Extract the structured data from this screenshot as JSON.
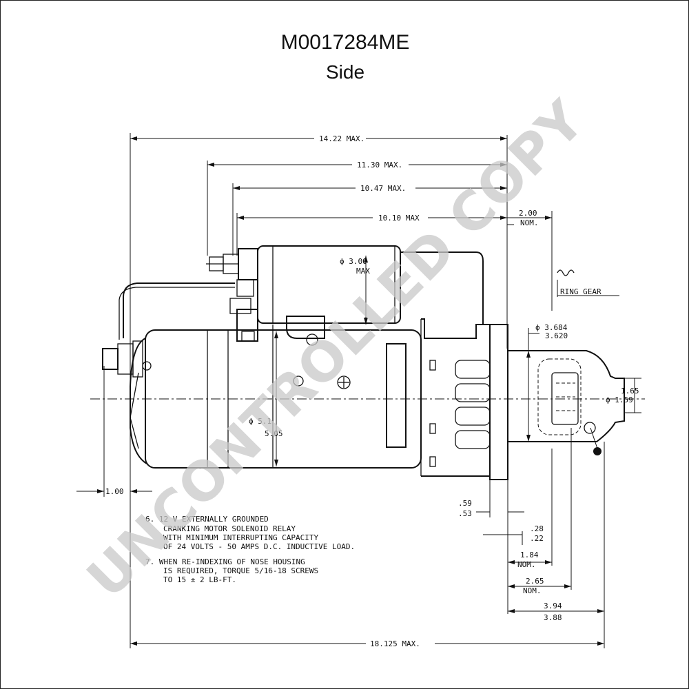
{
  "header": {
    "part_number": "M0017284ME",
    "view": "Side"
  },
  "watermark": "UNCONTROLLED COPY",
  "dimensions": {
    "overall_top": "14.22 MAX.",
    "d_1130": "11.30 MAX.",
    "d_1047": "10.47 MAX.",
    "d_1010": "10.10 MAX",
    "d_200": "2.00",
    "d_200_nom": "NOM.",
    "solenoid_dia": "ϕ 3.00",
    "solenoid_dia_max": "MAX",
    "ring_gear": "RING GEAR",
    "pilot_dia_a": "ϕ 3.684",
    "pilot_dia_b": "3.620",
    "shaft_dia_a": "1.65",
    "shaft_dia_b": "ϕ 1.59",
    "body_dia_a": "ϕ 5.1",
    "body_dia_b": "5.05",
    "left_offset": "1.00",
    "flange_a": ".59",
    "flange_b": ".53",
    "d_28": ".28",
    "d_22": ".22",
    "d_184": "1.84",
    "d_184_nom": "NOM.",
    "d_265": "2.65",
    "d_265_nom": "NOM.",
    "d_394": "3.94",
    "d_388": "3.88",
    "overall_bottom": "18.125 MAX."
  },
  "notes": {
    "n6_l1": "6. 12 V EXTERNALLY GROUNDED",
    "n6_l2": "CRANKING MOTOR SOLENOID RELAY",
    "n6_l3": "WITH MINIMUM INTERRUPTING CAPACITY",
    "n6_l4": "OF 24 VOLTS - 50 AMPS D.C. INDUCTIVE LOAD.",
    "n7_l1": "7. WHEN RE-INDEXING OF NOSE HOUSING",
    "n7_l2": "IS REQUIRED, TORQUE 5/16-18 SCREWS",
    "n7_l3": "TO 15 ± 2 LB-FT."
  }
}
